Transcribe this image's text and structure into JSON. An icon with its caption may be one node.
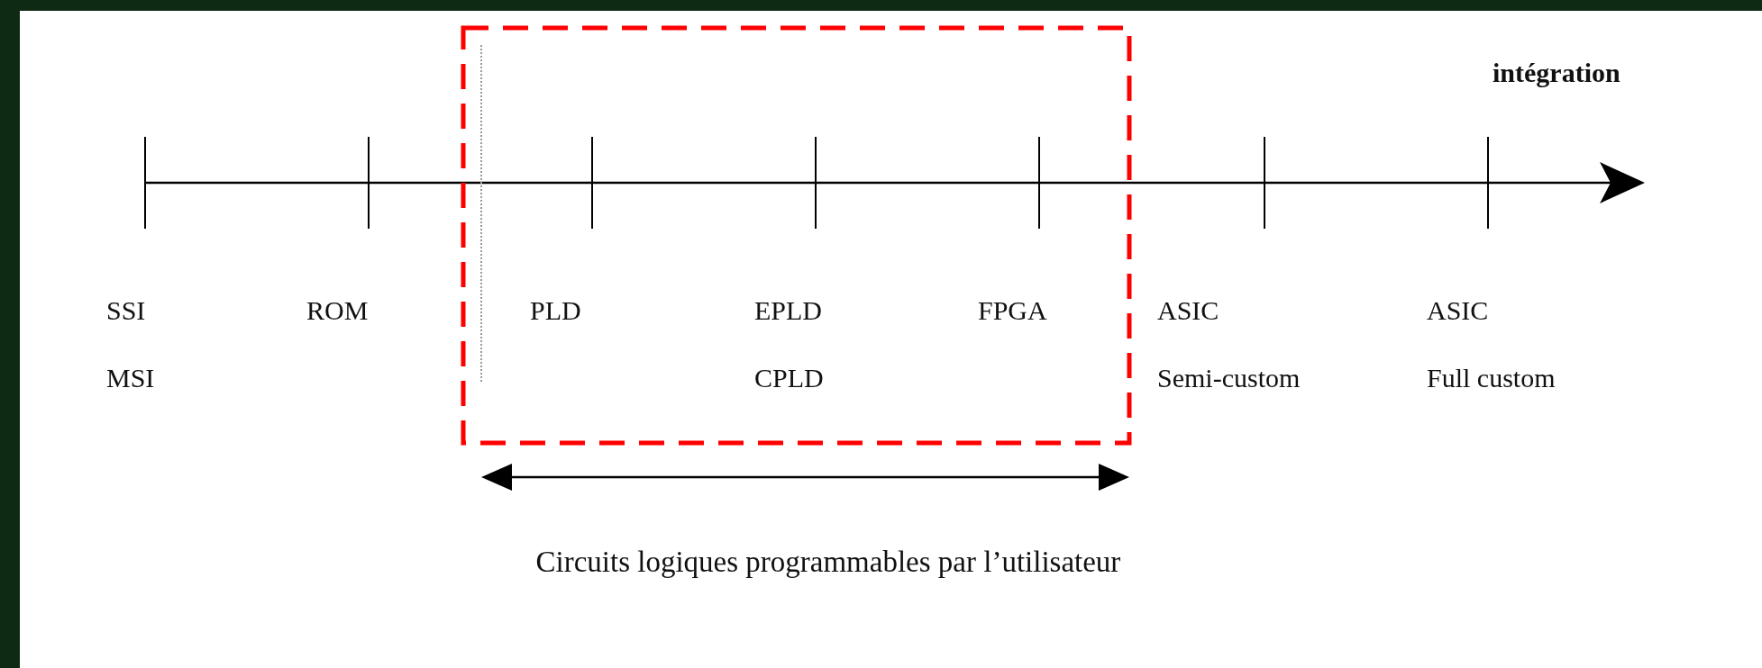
{
  "diagram": {
    "labels": [
      "intégration",
      "SSI",
      "ROM",
      "PLD",
      "EPLD",
      "FPGA",
      "ASIC",
      "ASIC",
      "MSI",
      "CPLD",
      "Semi-custom",
      "Full custom",
      "Circuits logiques programmables par l’utilisateur"
    ]
  }
}
